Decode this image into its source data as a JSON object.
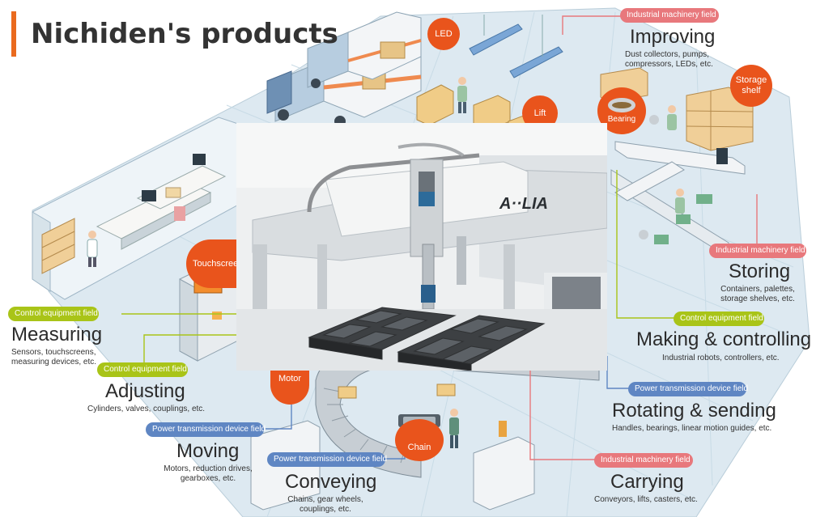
{
  "title": "Nichiden's products",
  "bubbles": {
    "led": "LED",
    "lift": "Lift",
    "bearing": "Bearing",
    "storage_shelf": "Storage shelf",
    "touchscreen": "Touchscreen",
    "motor": "Motor",
    "chain": "Chain"
  },
  "fields": {
    "industrial_machinery": "Industrial machinery field",
    "control_equipment": "Control equipment field",
    "power_transmission": "Power transmission device field"
  },
  "categories": {
    "improving": {
      "title": "Improving",
      "desc": "Dust collectors, pumps, compressors, LEDs, etc."
    },
    "storing": {
      "title": "Storing",
      "desc": "Containers, palettes, storage shelves, etc."
    },
    "making": {
      "title": "Making & controlling",
      "desc": "Industrial robots, controllers, etc."
    },
    "rotating": {
      "title": "Rotating & sending",
      "desc": "Handles, bearings, linear motion guides, etc."
    },
    "carrying": {
      "title": "Carrying",
      "desc": "Conveyors, lifts, casters, etc."
    },
    "measuring": {
      "title": "Measuring",
      "desc": "Sensors, touchscreens, measuring devices, etc."
    },
    "adjusting": {
      "title": "Adjusting",
      "desc": "Cylinders, valves, couplings, etc."
    },
    "moving": {
      "title": "Moving",
      "desc": "Motors, reduction drives, gearboxes, etc."
    },
    "conveying": {
      "title": "Conveying",
      "desc": "Chains, gear wheels, couplings, etc."
    }
  },
  "photo_logo": "A··LIA",
  "colors": {
    "accent": "#ea6a1e",
    "bubble": "#e9541c",
    "industrial_tag": "#e8787c",
    "control_tag": "#a9c418",
    "power_tag": "#5f86c3",
    "floor": "#d8e8f1"
  }
}
